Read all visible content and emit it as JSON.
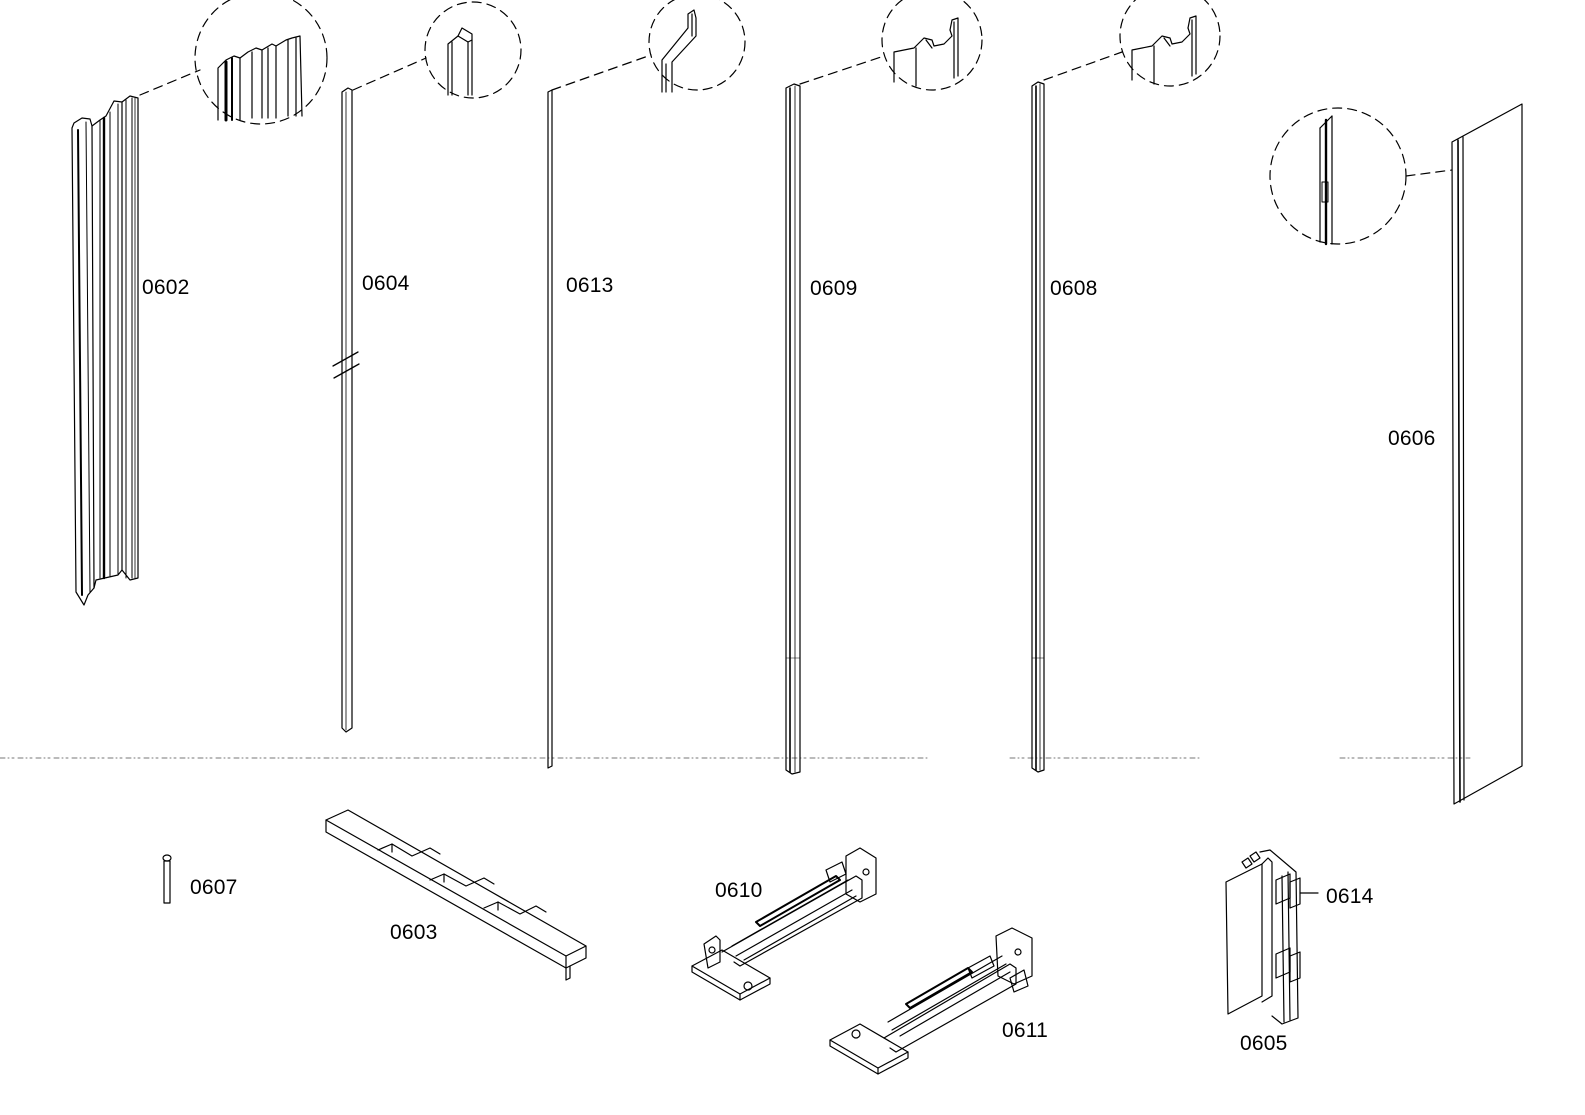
{
  "diagram": {
    "parts": [
      {
        "id": "p0602",
        "label": "0602"
      },
      {
        "id": "p0604",
        "label": "0604"
      },
      {
        "id": "p0613",
        "label": "0613"
      },
      {
        "id": "p0609",
        "label": "0609"
      },
      {
        "id": "p0608",
        "label": "0608"
      },
      {
        "id": "p0606",
        "label": "0606"
      },
      {
        "id": "p0607",
        "label": "0607"
      },
      {
        "id": "p0603",
        "label": "0603"
      },
      {
        "id": "p0610",
        "label": "0610"
      },
      {
        "id": "p0611",
        "label": "0611"
      },
      {
        "id": "p0605",
        "label": "0605"
      },
      {
        "id": "p0614",
        "label": "0614"
      }
    ]
  }
}
